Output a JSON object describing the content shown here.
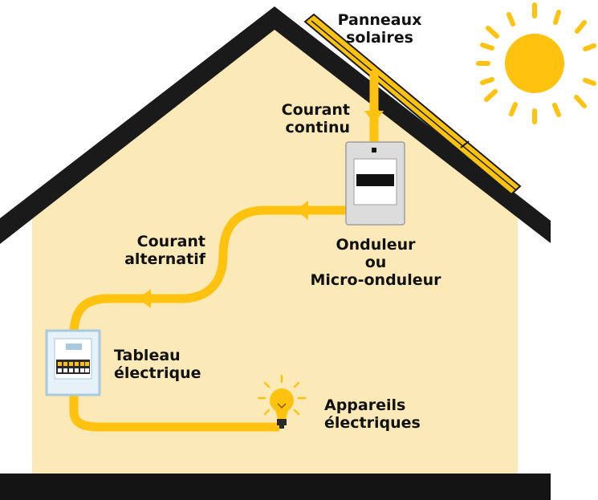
{
  "colors": {
    "wall": "#FCE9B8",
    "roof": "#1A1A1A",
    "flow": "#FFC20E",
    "sun": "#FFC20E",
    "ground": "#141414",
    "device_body": "#DCDCDC",
    "panel_box": "#E6F1F8",
    "panel_border": "#A9C9DE"
  },
  "labels": {
    "solar_panels": [
      "Panneaux",
      "solaires"
    ],
    "dc_current": [
      "Courant",
      "continu"
    ],
    "inverter": [
      "Onduleur",
      "ou",
      "Micro-onduleur"
    ],
    "ac_current": [
      "Courant",
      "alternatif"
    ],
    "electrical_panel": [
      "Tableau",
      "électrique"
    ],
    "appliances": [
      "Appareils",
      "électriques"
    ]
  },
  "icons": {
    "sun": "sun-icon",
    "bulb": "light-bulb-icon",
    "inverter": "inverter-icon",
    "panel": "electrical-panel-icon",
    "solar": "solar-panel-icon"
  }
}
